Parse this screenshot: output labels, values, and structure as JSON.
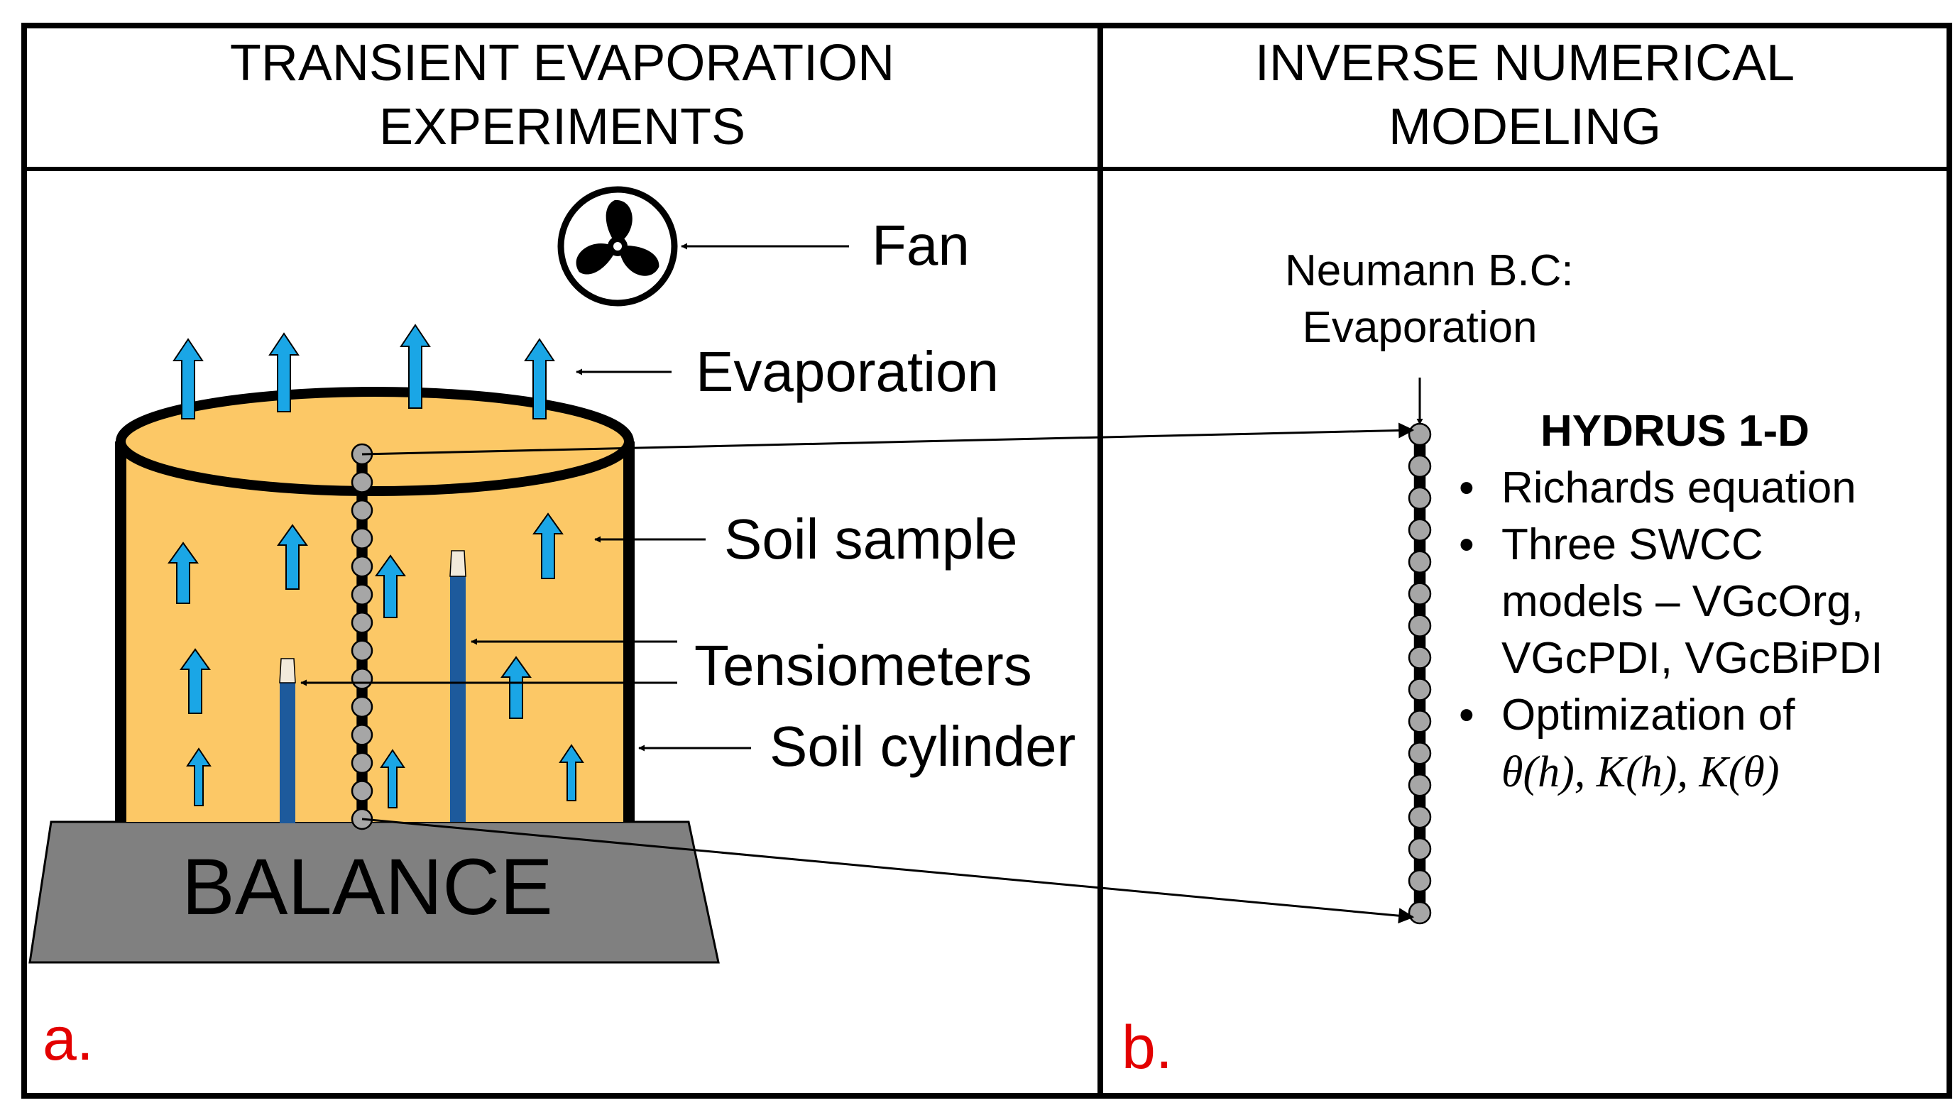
{
  "panels": {
    "a": {
      "header_line1": "TRANSIENT EVAPORATION",
      "header_line2": "EXPERIMENTS",
      "letter": "a."
    },
    "b": {
      "header_line1": "INVERSE NUMERICAL",
      "header_line2": "MODELING",
      "letter": "b."
    }
  },
  "labels": {
    "fan": "Fan",
    "evaporation": "Evaporation",
    "soil_sample": "Soil sample",
    "tensiometers": "Tensiometers",
    "soil_cylinder": "Soil cylinder",
    "balance": "BALANCE"
  },
  "boundary": {
    "line1": "Neumann B.C:",
    "line2": "Evaporation"
  },
  "hydrus": {
    "title": "HYDRUS 1-D",
    "bullet1": "Richards equation",
    "bullet2_line1": "Three SWCC",
    "bullet2_line2": "models – VGcOrg,",
    "bullet2_line3": "VGcPDI, VGcBiPDI",
    "bullet3_line1": "Optimization of",
    "bullet3_line2": "θ(h), K(h), K(θ)"
  },
  "colors": {
    "soil": "#fcc866",
    "arrow_blue": "#1aa6e6",
    "tensiometer": "#1d5a9c",
    "balance": "#808080",
    "node": "#a6a6a6",
    "panel_letter": "#e30000"
  },
  "icons": [
    "fan-icon"
  ]
}
